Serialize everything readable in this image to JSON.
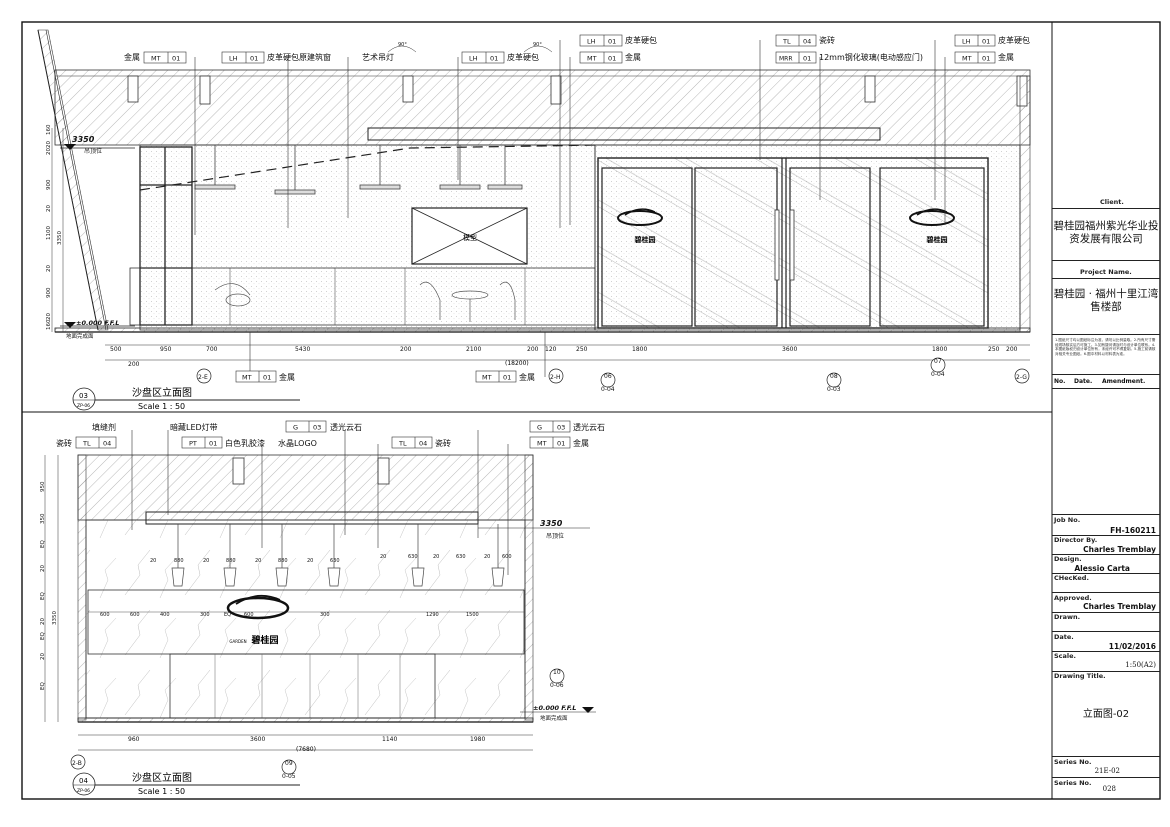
{
  "upper": {
    "labels": {
      "metal": "金属",
      "leather_window": "皮革硬包原建筑窗",
      "art_lamp": "艺术吊灯",
      "leather": "皮革硬包",
      "tile": "瓷砖",
      "glass": "12mm钢化玻璃(电动感应门)",
      "model": "模型",
      "angle": "90°"
    },
    "codes": {
      "mt": "MT",
      "lh": "LH",
      "tl": "TL",
      "mrr": "MRR",
      "n01": "01",
      "n04": "04"
    },
    "levels": {
      "ceiling": "3350",
      "ceiling_note": "吊顶位",
      "floor": "±0.000 F.F.L",
      "floor_note": "地面完成面"
    },
    "vdims": [
      "20",
      "160",
      "20",
      "900",
      "20",
      "1100",
      "20",
      "900",
      "3350",
      "20",
      "160"
    ],
    "dims": [
      "500",
      "950",
      "700",
      "5430",
      "200",
      "2100",
      "200",
      "120",
      "250",
      "1800",
      "3600",
      "1800",
      "250",
      "200",
      "200"
    ],
    "total": "(18200)",
    "markers": {
      "m06a": "06",
      "m06b": "0-04",
      "m08a": "08",
      "m08b": "0-03",
      "m07a": "07",
      "m07b": "0-04",
      "g1": "2-E",
      "g2": "2-H",
      "g3": "2-G"
    },
    "view_no": "03",
    "view_ref": "ZP-06",
    "view_title": "沙盘区立面图",
    "scale": "Scale 1 : 50"
  },
  "lower": {
    "labels": {
      "filler": "填缝剂",
      "led": "暗藏LED灯带",
      "white_paint": "白色乳胶漆",
      "crystal_logo": "水晶LOGO",
      "onyx": "透光云石",
      "tile": "瓷砖",
      "metal": "金属",
      "logo_cn": "碧桂园",
      "logo_en": "GARDEN"
    },
    "codes": {
      "g": "G",
      "n03": "03",
      "pt": "PT",
      "n01": "01",
      "tl": "TL",
      "n04": "04",
      "mt": "MT"
    },
    "levels": {
      "ceiling": "3350",
      "ceiling_note": "吊顶位",
      "floor": "±0.000 F.F.L",
      "floor_note": "地面完成面"
    },
    "vdims": [
      "950",
      "350",
      "EQ",
      "20",
      "EQ",
      "3350",
      "20",
      "EQ",
      "20",
      "EQ"
    ],
    "dims": [
      "960",
      "3600",
      "1140",
      "1980"
    ],
    "total": "(7680)",
    "inner_dims": [
      "20",
      "880",
      "20",
      "880",
      "20",
      "880",
      "20",
      "630",
      "20",
      "630",
      "20",
      "630",
      "20",
      "600",
      "600",
      "600",
      "400",
      "300",
      "EQ",
      "600",
      "300",
      "1290",
      "1500"
    ],
    "markers": {
      "m10a": "10",
      "m10b": "0-06",
      "m09a": "09",
      "m09b": "0-05",
      "g1": "2-B"
    },
    "view_no": "04",
    "view_ref": "ZP-06",
    "view_title": "沙盘区立面图",
    "scale": "Scale 1 : 50"
  },
  "titleblock": {
    "client_label": "Client.",
    "client": "碧桂园福州紫光华业投资发展有限公司",
    "project_label": "Project Name.",
    "project": "碧桂园 · 福州十里江湾售楼部",
    "notes": "1.图纸尺寸均以图纸标注为准，请勿以比例量取。2.所有尺寸需经现场核实后方可施工。3.如有疑问请及时与设计单位联系。4.本图纸版权归设计单位所有，未经许可不得复制。5.施工前请核对相关专业图纸。6.图中材料以材料表为准。",
    "amend": {
      "no": "No.",
      "date": "Date.",
      "amendment": "Amendment."
    },
    "job_label": "Job No.",
    "job": "FH-160211",
    "director_label": "Director By.",
    "director": "Charles Tremblay",
    "design_label": "Design.",
    "design": "Alessio Carta",
    "checked_label": "CHecKed.",
    "approved_label": "Approved.",
    "approved": "Charles Tremblay",
    "drawn_label": "Drawn.",
    "date_label": "Date.",
    "date": "11/02/2016",
    "scale_label": "Scale.",
    "scale": "1:50(A2)",
    "title_label": "Drawing Title.",
    "title": "立面图-02",
    "series_label": "Series No.",
    "series": "21E-02",
    "series2_label": "Series No.",
    "series2": "028"
  }
}
